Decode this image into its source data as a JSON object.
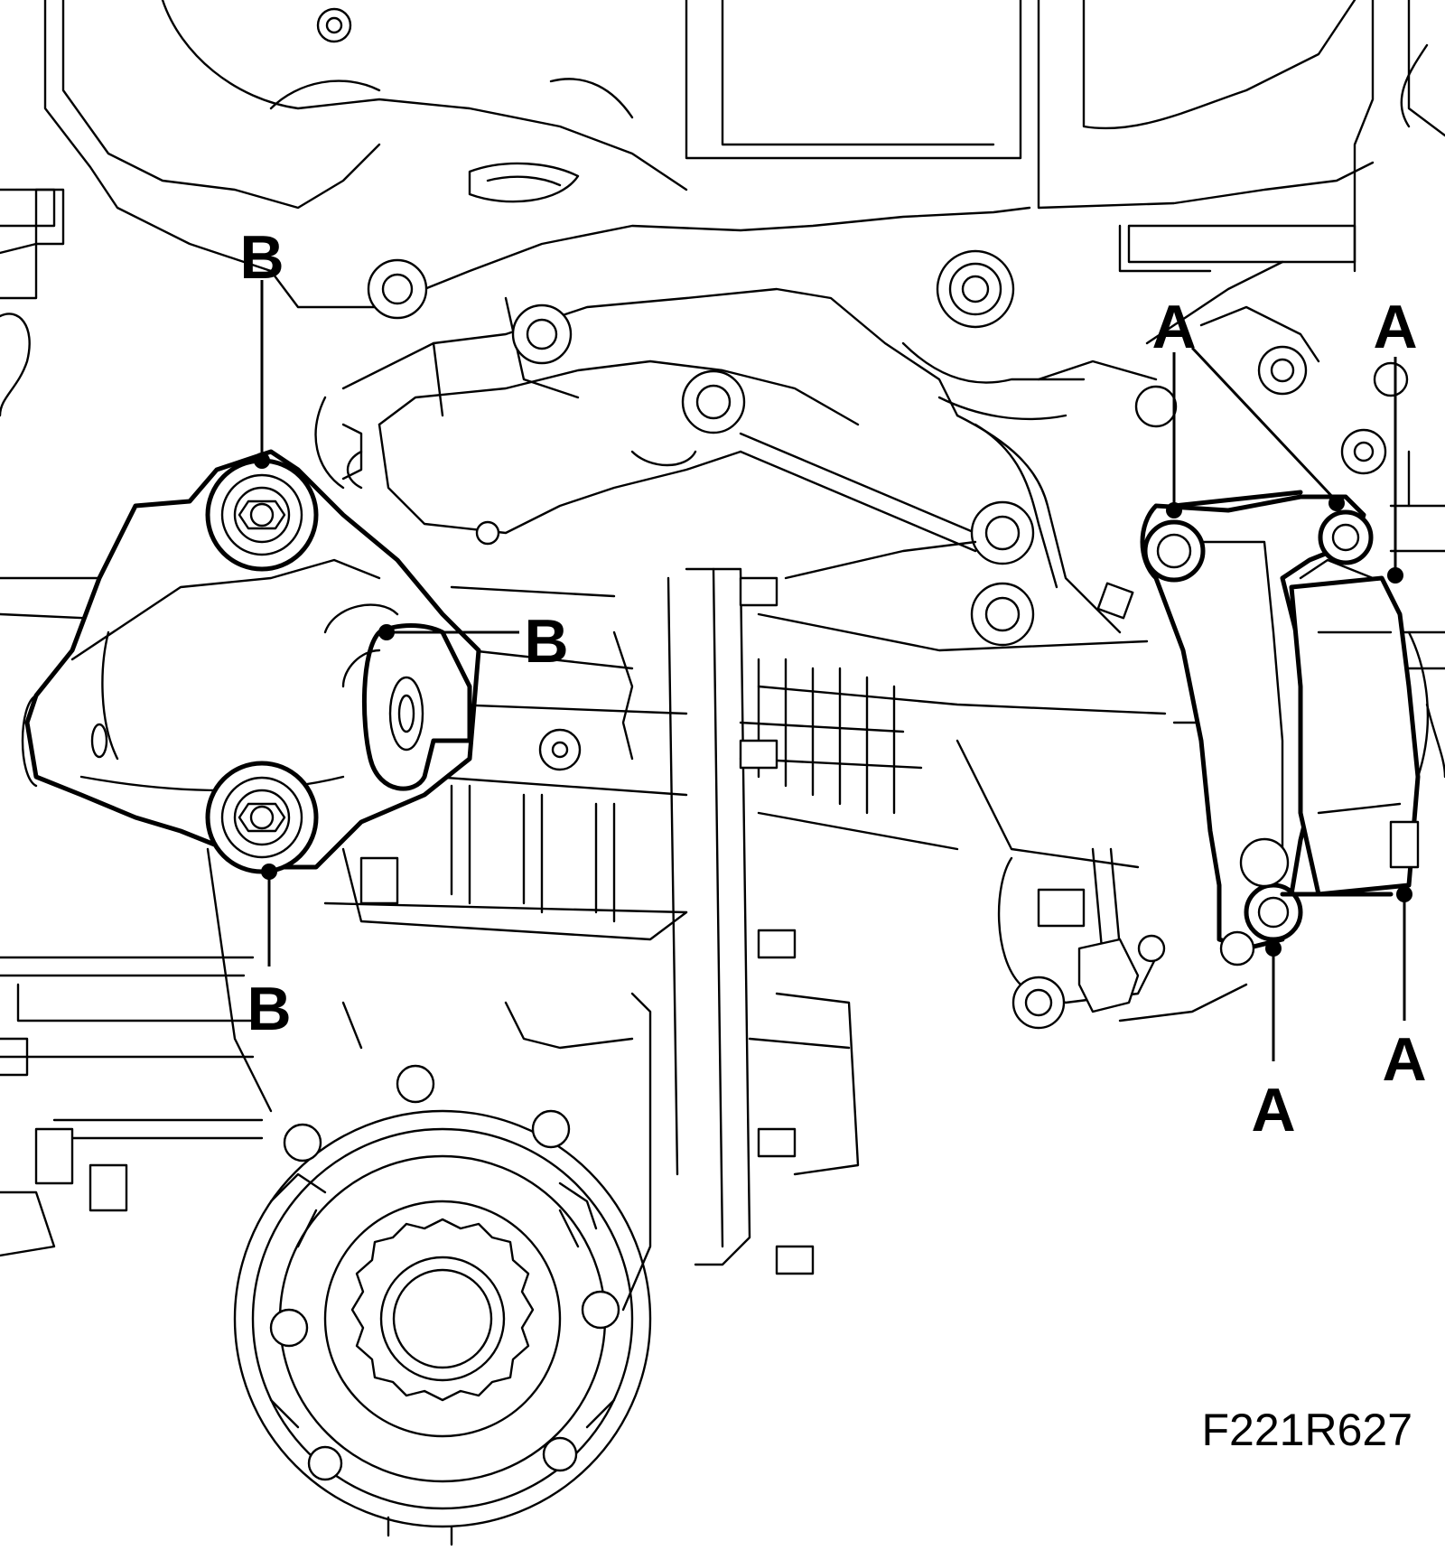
{
  "figure": {
    "id_label": "F221R627",
    "callouts": {
      "a": "A",
      "b": "B"
    },
    "line_color": "#000000",
    "background": "#ffffff"
  }
}
